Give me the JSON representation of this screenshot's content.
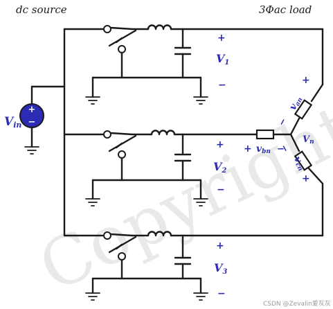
{
  "header": {
    "left": "dc source",
    "right": "3Φac load"
  },
  "source": {
    "label_main": "V",
    "label_sub": "in",
    "plus": "+",
    "minus": "−"
  },
  "phases": [
    {
      "label_main": "V",
      "label_sub": "1",
      "plus": "+",
      "minus": "−"
    },
    {
      "label_main": "V",
      "label_sub": "2",
      "plus": "+",
      "minus": "−"
    },
    {
      "label_main": "V",
      "label_sub": "3",
      "plus": "+",
      "minus": "−"
    }
  ],
  "load": {
    "neutral_main": "V",
    "neutral_sub": "n",
    "van_main": "v",
    "van_sub": "an",
    "vbn_main": "v",
    "vbn_sub": "bn",
    "vcn_main": "v",
    "vcn_sub": "cn",
    "plus": "+",
    "minus": "−"
  },
  "watermark": "Copyright",
  "credit": "CSDN @Zevalin爱灰灰",
  "colors": {
    "wire": "#1a1a1a",
    "label": "#2b2bb4",
    "source_fill": "#2b2bb4",
    "watermark": "#e9e9e9"
  }
}
